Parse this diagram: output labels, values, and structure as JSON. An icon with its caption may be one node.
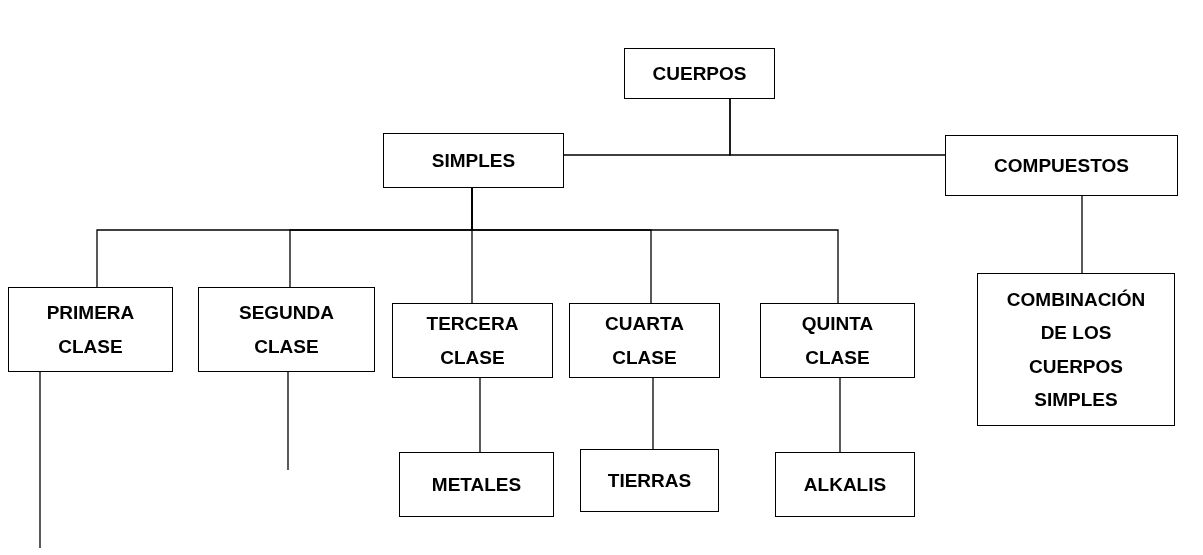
{
  "diagram": {
    "nodes": [
      {
        "text": [
          "CUERPOS"
        ]
      },
      {
        "text": [
          "SIMPLES"
        ]
      },
      {
        "text": [
          "COMPUESTOS"
        ]
      },
      {
        "text": [
          "PRIMERA CLASE"
        ]
      },
      {
        "text": [
          "SEGUNDA CLASE"
        ]
      },
      {
        "text": [
          "TERCERA CLASE"
        ]
      },
      {
        "text": [
          "CUARTA CLASE"
        ]
      },
      {
        "text": [
          "QUINTA CLASE"
        ]
      },
      {
        "text": [
          "COMBINACIÓN DE LOS CUERPOS SIMPLES"
        ]
      },
      {
        "text": [
          "METALES"
        ]
      },
      {
        "text": [
          "TIERRAS"
        ]
      },
      {
        "text": [
          "ALKALIS"
        ]
      }
    ],
    "edges": [
      {
        "from": 0,
        "to": 1,
        "arrow": "none"
      },
      {
        "from": 0,
        "to": 2,
        "arrow": "none"
      },
      {
        "from": 1,
        "to": 3,
        "arrow": "none"
      },
      {
        "from": 1,
        "to": 4,
        "arrow": "none"
      },
      {
        "from": 1,
        "to": 5,
        "arrow": "none"
      },
      {
        "from": 1,
        "to": 6,
        "arrow": "none"
      },
      {
        "from": 1,
        "to": 7,
        "arrow": "none"
      },
      {
        "from": 2,
        "to": 8,
        "arrow": "none"
      },
      {
        "from": 3,
        "to": null,
        "arrow": "none"
      },
      {
        "from": 4,
        "to": null,
        "arrow": "none"
      },
      {
        "from": 5,
        "to": 9,
        "arrow": "none"
      },
      {
        "from": 6,
        "to": 10,
        "arrow": "none"
      },
      {
        "from": 7,
        "to": 11,
        "arrow": "none"
      }
    ]
  }
}
